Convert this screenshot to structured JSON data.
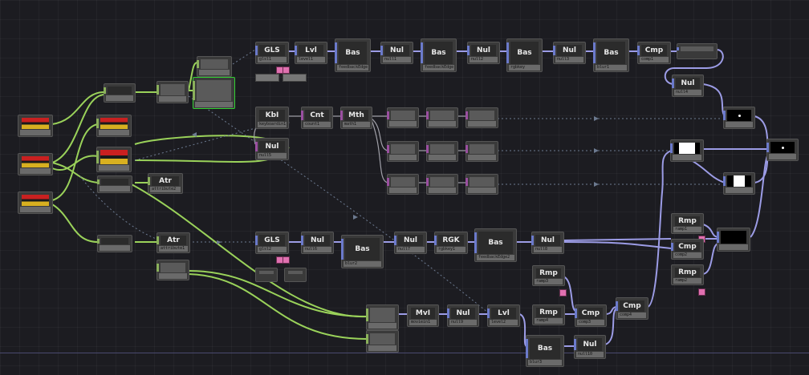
{
  "app": "TouchDesigner Network Editor",
  "colors": {
    "top_wire": "#8c8ce0",
    "sop_wire": "#9ad25a",
    "chop_wire": "#9a9aa0",
    "selection": "#33d133",
    "background": "#1c1c21"
  },
  "nodes": {
    "gls1": {
      "label": "GLS",
      "caption": "glsl1"
    },
    "lvl1": {
      "label": "Lvl",
      "caption": "level1"
    },
    "bas1": {
      "label": "Bas",
      "caption": "feedbackEdge"
    },
    "nul1": {
      "label": "Nul",
      "caption": "null1"
    },
    "bas2": {
      "label": "Bas",
      "caption": "feedbackEdge"
    },
    "nul2": {
      "label": "Nul",
      "caption": "null2"
    },
    "bas3": {
      "label": "Bas",
      "caption": "rgbkey"
    },
    "nul3": {
      "label": "Nul",
      "caption": "null3"
    },
    "bas4": {
      "label": "Bas",
      "caption": "blur1"
    },
    "cmp1": {
      "label": "Cmp",
      "caption": "comp1"
    },
    "nul4": {
      "label": "Nul",
      "caption": "null4"
    },
    "kbi": {
      "label": "KbI",
      "caption": "keyboardin1"
    },
    "cnt": {
      "label": "Cnt",
      "caption": "count1"
    },
    "mth": {
      "label": "Mth",
      "caption": "math1"
    },
    "nulmid": {
      "label": "Nul",
      "caption": "null5"
    },
    "atr1": {
      "label": "Atr",
      "caption": "attribute2"
    },
    "atr2": {
      "label": "Atr",
      "caption": "attribute1"
    },
    "gls2": {
      "label": "GLS",
      "caption": "glsl2"
    },
    "nul5": {
      "label": "Nul",
      "caption": "null6"
    },
    "bas5": {
      "label": "Bas",
      "caption": "blur2"
    },
    "nul6": {
      "label": "Nul",
      "caption": "null7"
    },
    "rgk": {
      "label": "RGK",
      "caption": "rgbkey1"
    },
    "bas6": {
      "label": "Bas",
      "caption": "feedbackEdge2"
    },
    "nul7": {
      "label": "Nul",
      "caption": "null8"
    },
    "rmp1": {
      "label": "Rmp",
      "caption": "ramp1"
    },
    "cmp2": {
      "label": "Cmp",
      "caption": "comp2"
    },
    "rmp2": {
      "label": "Rmp",
      "caption": "ramp2"
    },
    "rmp3": {
      "label": "Rmp",
      "caption": "ramp3"
    },
    "rmp4": {
      "label": "Rmp",
      "caption": "ramp4"
    },
    "mvi": {
      "label": "MvI",
      "caption": "moviein1"
    },
    "nul8": {
      "label": "Nul",
      "caption": "null9"
    },
    "lvl2": {
      "label": "Lvl",
      "caption": "level2"
    },
    "cmp3": {
      "label": "Cmp",
      "caption": "comp3"
    },
    "cmp4": {
      "label": "Cmp",
      "caption": "comp4"
    },
    "bas7": {
      "label": "Bas",
      "caption": "blur3"
    },
    "nul9": {
      "label": "Nul",
      "caption": "null10"
    }
  }
}
